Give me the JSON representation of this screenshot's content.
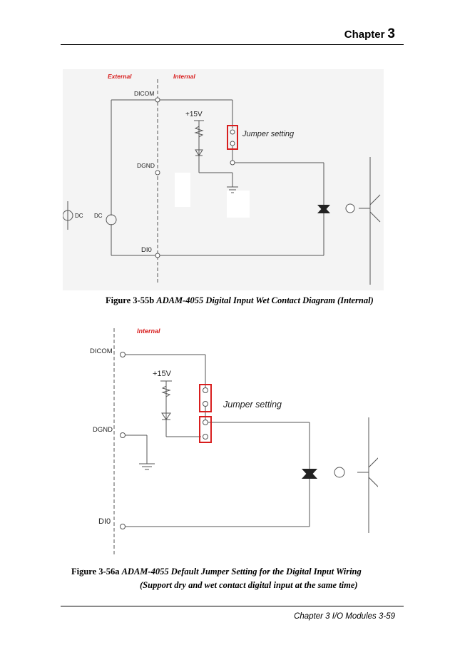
{
  "header": {
    "chapter_word": "Chapter",
    "chapter_num": "3"
  },
  "figure1": {
    "label_external": "External",
    "label_internal": "Internal",
    "dicom": "DICOM",
    "dgnd": "DGND",
    "di0": "DI0",
    "v15": "+15V",
    "jumper": "Jumper setting",
    "dc_left": "DC",
    "dc_right": "DC",
    "caption_num": "Figure 3-55b",
    "caption_text": "ADAM-4055 Digital Input Wet Contact Diagram (Internal)"
  },
  "figure2": {
    "label_internal": "Internal",
    "dicom": "DICOM",
    "dgnd": "DGND",
    "di0": "DI0",
    "v15": "+15V",
    "jumper": "Jumper setting",
    "caption_num": "Figure 3-56a",
    "caption_text": "ADAM-4055 Default Jumper Setting for the Digital Input Wiring",
    "caption_line2": "(Support dry and wet contact digital input at the same time)"
  },
  "footer": {
    "text": "Chapter 3 I/O Modules 3-59"
  },
  "colors": {
    "label_red": "#d81e1e",
    "jumper_box": "#d81e1e",
    "wire": "#444444"
  }
}
